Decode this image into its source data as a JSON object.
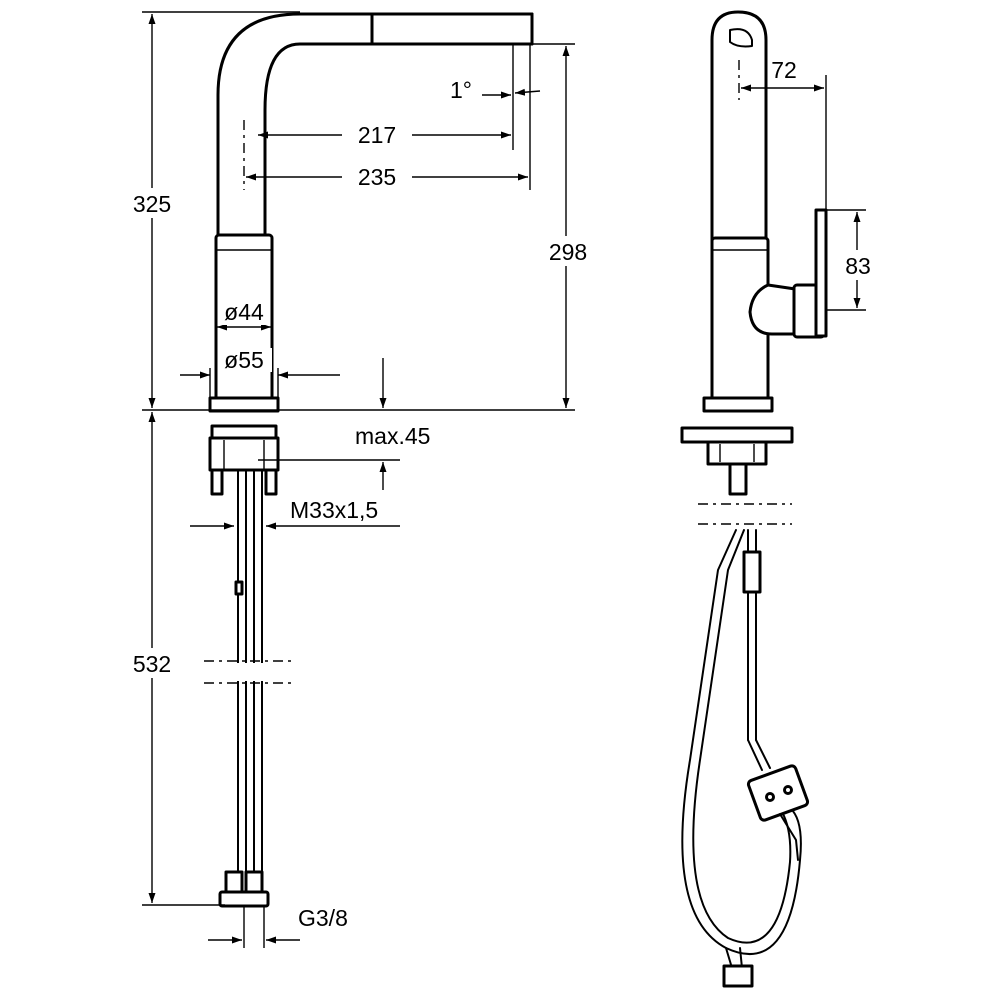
{
  "dimensions": {
    "height_total": "325",
    "below_counter": "532",
    "spout_reach_inner": "217",
    "spout_reach_outer": "235",
    "spout_angle": "1°",
    "outlet_height": "298",
    "diameter_body": "ø44",
    "diameter_base": "ø55",
    "max_counter_thickness": "max.45",
    "thread": "M33x1,5",
    "connection": "G3/8",
    "lever_offset": "72",
    "lever_height": "83"
  }
}
